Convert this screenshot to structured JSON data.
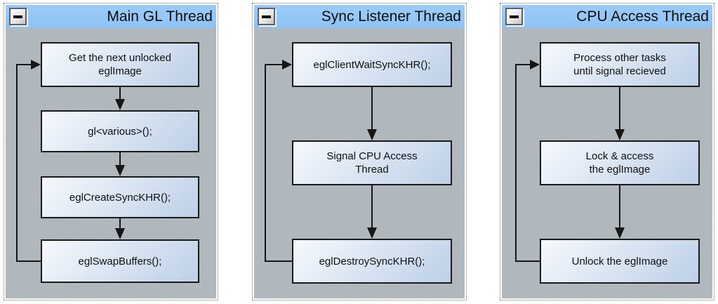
{
  "colors": {
    "titlebar_blue": "#94c7f6",
    "panel_gray": "#b1b8bd",
    "node_gradient_start": "#f6f9fd",
    "node_gradient_end": "#bdd0e7",
    "line_black": "#161616"
  },
  "panels": [
    {
      "title": "Main GL Thread",
      "minimize_icon": "minimize-icon",
      "boxes": [
        {
          "label": "Get the next unlocked\neglImage"
        },
        {
          "label": "gl<various>();"
        },
        {
          "label": "eglCreateSyncKHR();"
        },
        {
          "label": "eglSwapBuffers();"
        }
      ]
    },
    {
      "title": "Sync Listener Thread",
      "minimize_icon": "minimize-icon",
      "boxes": [
        {
          "label": "eglClientWaitSyncKHR();"
        },
        {
          "label": "Signal CPU Access\nThread"
        },
        {
          "label": "eglDestroySyncKHR();"
        }
      ]
    },
    {
      "title": "CPU Access Thread",
      "minimize_icon": "minimize-icon",
      "boxes": [
        {
          "label": "Process other tasks\nuntil signal recieved"
        },
        {
          "label": "Lock & access\nthe eglImage"
        },
        {
          "label": "Unlock the eglImage"
        }
      ]
    }
  ]
}
